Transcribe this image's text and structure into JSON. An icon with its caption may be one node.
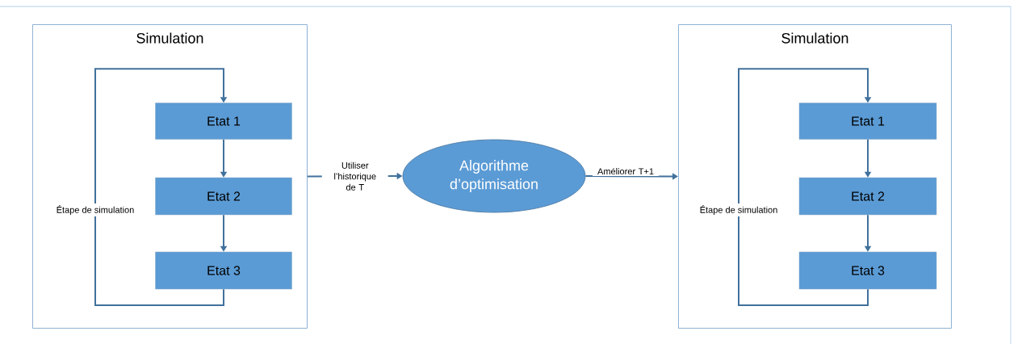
{
  "diagram": {
    "nodes": [
      {
        "text": [
          "Simulation"
        ]
      },
      {
        "text": [
          "Etat 1"
        ],
        "in": 0
      },
      {
        "text": [
          "Etat 2"
        ],
        "in": 0
      },
      {
        "text": [
          "Etat 3"
        ],
        "in": 0
      },
      {
        "text": [
          "Algorithme d’optimisation"
        ]
      },
      {
        "text": [
          "Simulation"
        ]
      },
      {
        "text": [
          "Etat 1"
        ],
        "in": 5
      },
      {
        "text": [
          "Etat 2"
        ],
        "in": 5
      },
      {
        "text": [
          "Etat 3"
        ],
        "in": 5
      }
    ],
    "edges": [
      {
        "from": 1,
        "to": 2,
        "arrow": "to"
      },
      {
        "from": 2,
        "to": 3,
        "arrow": "to"
      },
      {
        "from": 3,
        "to": 1,
        "arrow": "to",
        "label": "Étape de simulation"
      },
      {
        "from": 0,
        "to": 4,
        "arrow": "to",
        "label": "Utiliser l’historique de T"
      },
      {
        "from": 4,
        "to": 5,
        "arrow": "to",
        "label": "Améliorer T+1"
      },
      {
        "from": 6,
        "to": 7,
        "arrow": "to"
      },
      {
        "from": 7,
        "to": 8,
        "arrow": "to"
      },
      {
        "from": 8,
        "to": 6,
        "arrow": "to",
        "label": "Étape de simulation"
      }
    ]
  }
}
